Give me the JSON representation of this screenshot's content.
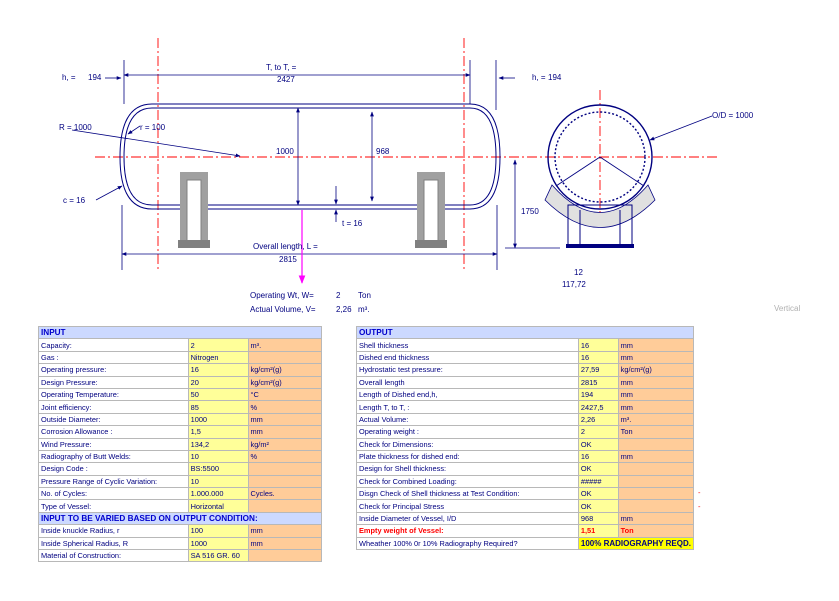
{
  "drawing": {
    "h_left": "h, =",
    "h_left_val": "194",
    "h_right": "h, =",
    "h_right_val": "194",
    "tl_label": "T, to T, =",
    "tl_val": "2427",
    "r_knuckle": "r = 100",
    "r_sph": "R = 1000",
    "dim_1000": "1000",
    "dim_968": "968",
    "c_label": "c = 16",
    "t_label": "t = 16",
    "overall_label": "Overall length, L =",
    "overall_val": "2815",
    "od_label": "O/D = 1000",
    "height_1750": "1750",
    "num_12": "12",
    "num_117": "117,72",
    "op_wt_label": "Operating Wt, W=",
    "op_wt_val": "2",
    "op_wt_unit": "Ton",
    "act_vol_label": "Actual Volume, V=",
    "act_vol_val": "2,26",
    "act_vol_unit": "m³.",
    "vertical": "Vertical"
  },
  "input": {
    "header": "INPUT",
    "rows": [
      {
        "label": "Capacity:",
        "value": "2",
        "unit": "m³."
      },
      {
        "label": "Gas :",
        "value": "Nitrogen",
        "unit": ""
      },
      {
        "label": "Operating pressure:",
        "value": "16",
        "unit": "kg/cm²(g)"
      },
      {
        "label": "Design Pressure:",
        "value": "20",
        "unit": "kg/cm²(g)"
      },
      {
        "label": "Operating Temperature:",
        "value": "50",
        "unit": "°C"
      },
      {
        "label": "Joint efficiency:",
        "value": "85",
        "unit": "%"
      },
      {
        "label": "Outside Diameter:",
        "value": "1000",
        "unit": "mm"
      },
      {
        "label": "Corrosion Allowance :",
        "value": "1,5",
        "unit": "mm"
      },
      {
        "label": "Wind Pressure:",
        "value": "134,2",
        "unit": "kg/m²"
      },
      {
        "label": "Radiography of Butt Welds:",
        "value": "10",
        "unit": "%"
      },
      {
        "label": "Design Code :",
        "value": "BS:5500",
        "unit": ""
      },
      {
        "label": "Pressure Range of Cyclic Variation:",
        "value": "10",
        "unit": ""
      },
      {
        "label": "No. of Cycles:",
        "value": "1.000.000",
        "unit": "Cycles."
      },
      {
        "label": "Type of Vessel:",
        "value": "Horizontal",
        "unit": ""
      }
    ],
    "header2": "INPUT TO BE VARIED BASED ON OUTPUT CONDITION:",
    "rows2": [
      {
        "label": "Inside knuckle Radius, r",
        "value": "100",
        "unit": "mm"
      },
      {
        "label": "Inside Spherical Radius, R",
        "value": "1000",
        "unit": "mm"
      },
      {
        "label": "Material of Construction:",
        "value": "SA 516 GR. 60",
        "unit": ""
      }
    ]
  },
  "output": {
    "header": "OUTPUT",
    "rows": [
      {
        "label": "Shell thickness",
        "value": "16",
        "unit": "mm"
      },
      {
        "label": "Dished end thickness",
        "value": "16",
        "unit": "mm"
      },
      {
        "label": "Hydrostatic test pressure:",
        "value": "27,59",
        "unit": "kg/cm²(g)"
      },
      {
        "label": "Overall length",
        "value": "2815",
        "unit": "mm"
      },
      {
        "label": "Length of Dished end,h,",
        "value": "194",
        "unit": "mm"
      },
      {
        "label": "Length T, to T, :",
        "value": "2427,5",
        "unit": "mm"
      },
      {
        "label": "Actual Volume:",
        "value": "2,26",
        "unit": "m³."
      },
      {
        "label": "Operating weight :",
        "value": "2",
        "unit": "Ton"
      },
      {
        "label": "Check for Dimensions:",
        "value": "OK",
        "unit": ""
      },
      {
        "label": "Plate thickness for dished end:",
        "value": "16",
        "unit": "mm"
      },
      {
        "label": "Design for Shell thickness:",
        "value": "OK",
        "unit": ""
      },
      {
        "label": "Check for Combined Loading:",
        "value": "#####",
        "unit": ""
      },
      {
        "label": "Disgn Check of Shell thickness at Test Condition:",
        "value": "OK",
        "unit": ""
      },
      {
        "label": "Check for Principal Stress",
        "value": "OK",
        "unit": ""
      },
      {
        "label": "Inside Diameter of Vessel, I/D",
        "value": "968",
        "unit": "mm"
      },
      {
        "label": "Empty weight of Vessel:",
        "value": "1,51",
        "unit": "Ton"
      },
      {
        "label": "Wheather 100% 0r 10% Radiography Required?",
        "value": "100% RADIOGRAPHY REQD.",
        "unit": ""
      }
    ],
    "dash1": "-",
    "dash2": "-"
  },
  "colors": {
    "line": "#000080",
    "center": "#ff0000",
    "support": "#808080",
    "arrow_magenta": "#ff00ff"
  }
}
